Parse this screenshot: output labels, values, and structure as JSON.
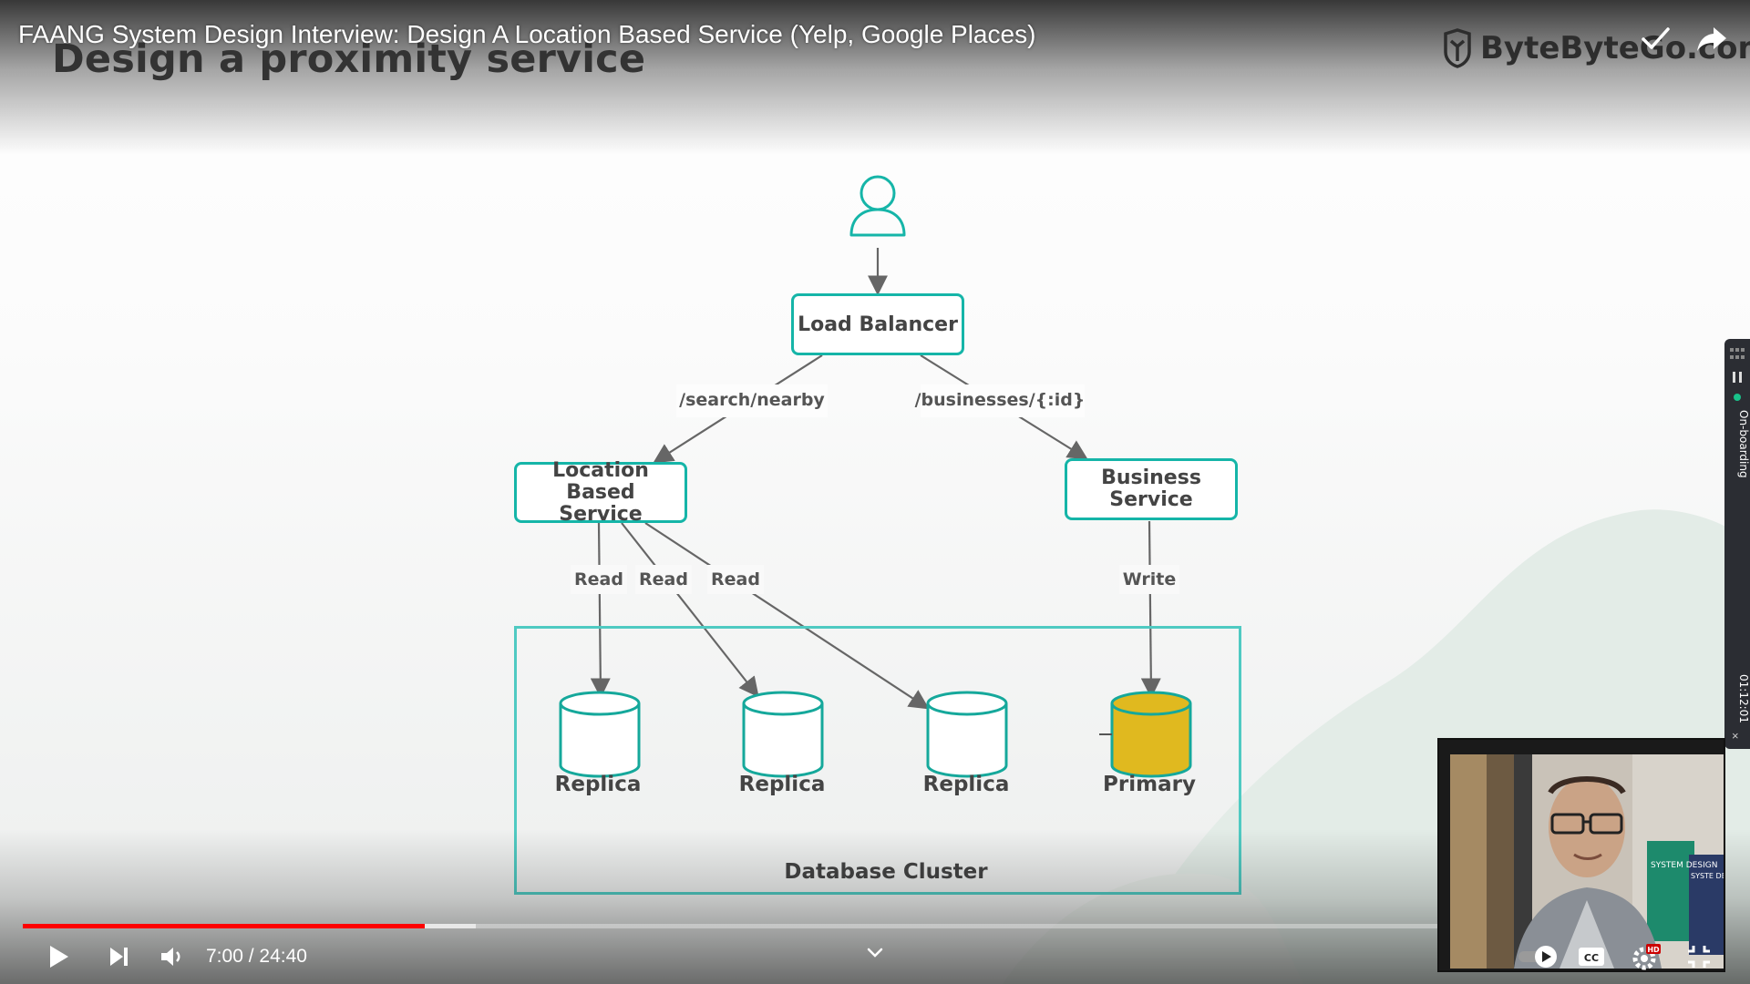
{
  "player": {
    "video_title": "FAANG System Design Interview: Design A Location Based Service (Yelp, Google Places)",
    "current_time": "7:00",
    "time_separator": "/",
    "duration": "24:40",
    "played_fraction": 0.284,
    "buffered_fraction": 0.32
  },
  "slide": {
    "title": "Design a proximity service",
    "brand": "ByteByteGo.com"
  },
  "diagram": {
    "load_balancer": "Load Balancer",
    "location_service_line1": "Location Based",
    "location_service_line2": "Service",
    "business_service_line1": "Business",
    "business_service_line2": "Service",
    "edge_search": "/search/nearby",
    "edge_businesses": "/businesses/{:id}",
    "read_labels": [
      "Read",
      "Read",
      "Read"
    ],
    "write_label": "Write",
    "databases": [
      "Replica",
      "Replica",
      "Replica",
      "Primary"
    ],
    "cluster_label": "Database Cluster",
    "colors": {
      "accent": "#15b5a8",
      "primary_db": "#e0b91f",
      "edge": "#666666"
    }
  },
  "side_widget": {
    "label": "On-boarding",
    "timer": "01:12:01",
    "close": "×"
  },
  "pip_video": {
    "book_text_1": "SYSTEM DESIGN",
    "book_text_2": "SYSTE DESIG INTERV"
  },
  "icons": [
    "play-icon",
    "next-icon",
    "volume-icon",
    "chevron-down-icon",
    "autoplay-toggle-icon",
    "cc-icon",
    "settings-icon",
    "fullscreen-exit-icon",
    "check-icon",
    "share-icon",
    "user-icon",
    "database-icon"
  ]
}
